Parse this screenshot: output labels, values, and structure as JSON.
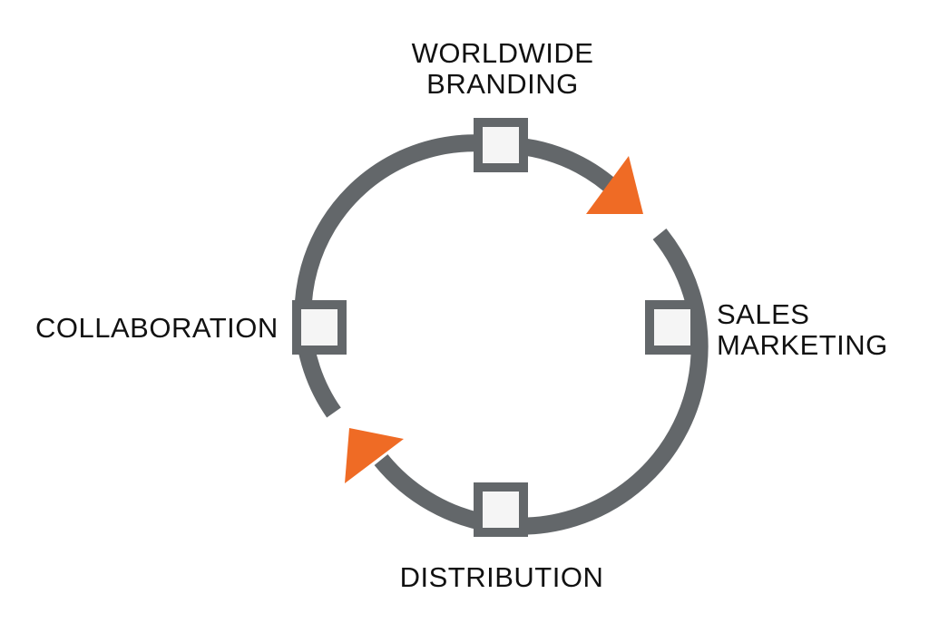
{
  "diagram": {
    "colors": {
      "ring": "#63676a",
      "arrow": "#ef6b25",
      "node_fill": "#f5f5f5",
      "node_border": "#63676a",
      "text": "#111111"
    },
    "stages": {
      "top": {
        "line1": "WORLDWIDE",
        "line2": "BRANDING"
      },
      "right": {
        "line1": "SALES",
        "line2": "MARKETING"
      },
      "bottom": {
        "line1": "DISTRIBUTION"
      },
      "left": {
        "line1": "COLLABORATION"
      }
    }
  }
}
